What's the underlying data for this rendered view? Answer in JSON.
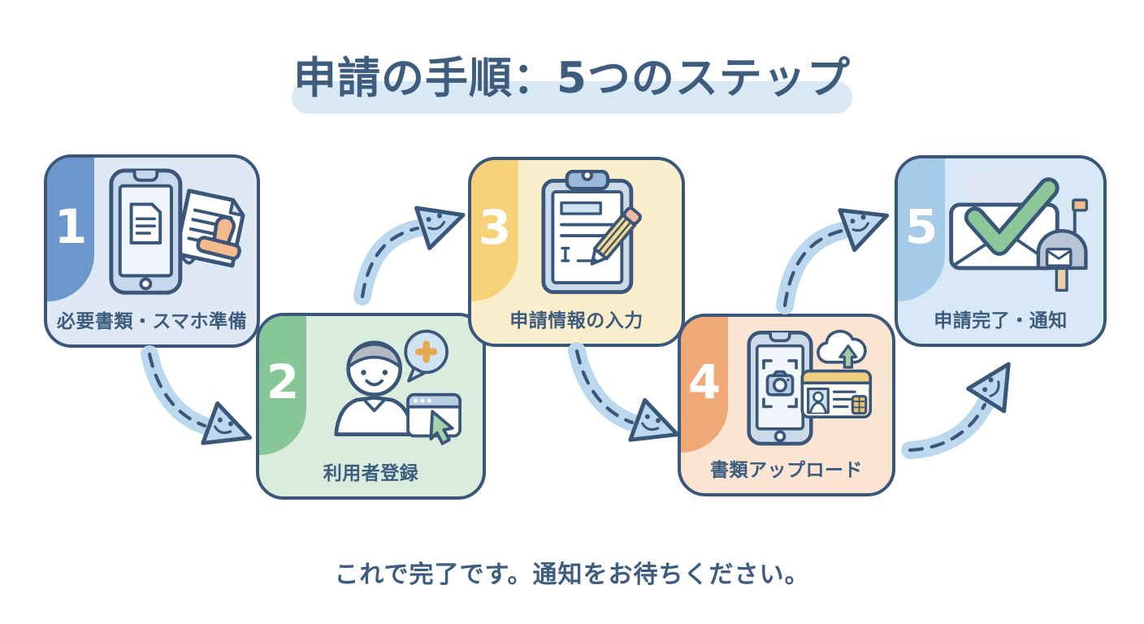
{
  "title": "申請の手順：5つのステップ",
  "footer": "これで完了です。通知をお待ちください。",
  "colors": {
    "outline": "#3a5678",
    "text": "#3e5c7e",
    "title_highlight": "#d9e8f5",
    "arrow_fill": "#bcd8ef",
    "check_green": "#8cc79a"
  },
  "steps": [
    {
      "number": "1",
      "label": "必要書類・スマホ準備",
      "tab_color": "#6b97cd",
      "bg_color": "#dfe9f6",
      "icon": "smartphone-documents-stamp-icon"
    },
    {
      "number": "2",
      "label": "利用者登録",
      "tab_color": "#87c697",
      "bg_color": "#daecdd",
      "icon": "user-registration-icon"
    },
    {
      "number": "3",
      "label": "申請情報の入力",
      "tab_color": "#f5d278",
      "bg_color": "#faeecd",
      "icon": "clipboard-pencil-icon"
    },
    {
      "number": "4",
      "label": "書類アップロード",
      "tab_color": "#f0a876",
      "bg_color": "#fae4d2",
      "icon": "phone-camera-id-upload-icon"
    },
    {
      "number": "5",
      "label": "申請完了・通知",
      "tab_color": "#a5cbe9",
      "bg_color": "#d8e8f6",
      "icon": "envelope-check-mailbox-icon"
    }
  ],
  "connectors": [
    {
      "from": "1",
      "to": "2",
      "direction": "down-right"
    },
    {
      "from": "2",
      "to": "3",
      "direction": "up-right"
    },
    {
      "from": "3",
      "to": "4",
      "direction": "down-right"
    },
    {
      "from": "4",
      "to": "5",
      "direction": "up-right"
    },
    {
      "from": "4",
      "to": "5",
      "direction": "up"
    }
  ]
}
